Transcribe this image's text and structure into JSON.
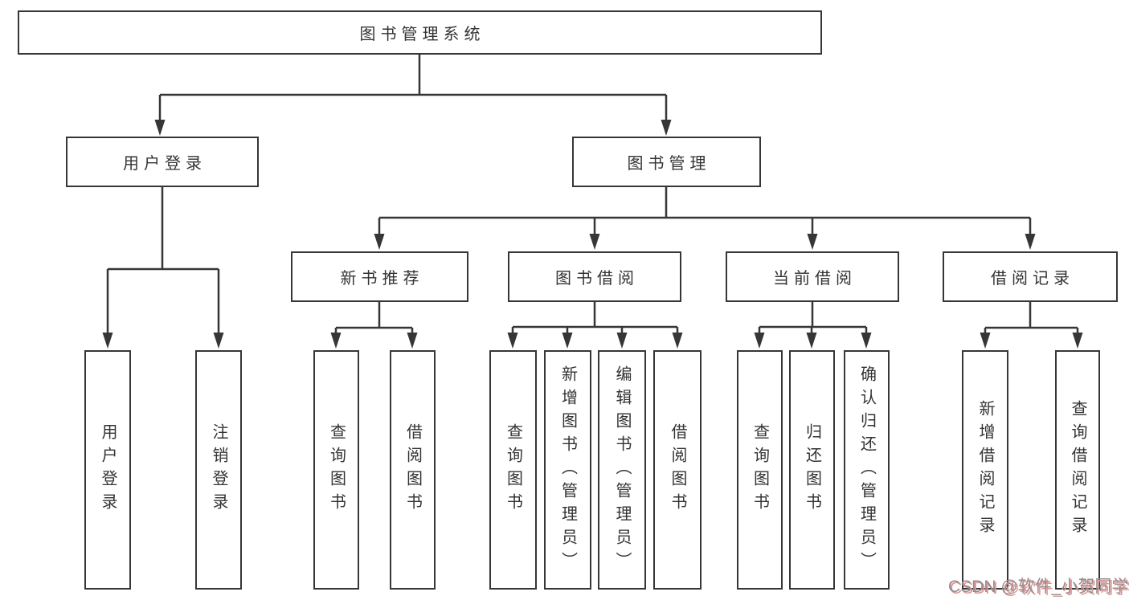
{
  "tree": {
    "root": "图书管理系统",
    "branches": [
      {
        "label": "用户登录",
        "children": [
          "用户登录",
          "注销登录"
        ]
      },
      {
        "label": "图书管理",
        "children": [
          {
            "label": "新书推荐",
            "children": [
              "查询图书",
              "借阅图书"
            ]
          },
          {
            "label": "图书借阅",
            "children": [
              "查询图书",
              "新增图书（管理员）",
              "编辑图书（管理员）",
              "借阅图书"
            ]
          },
          {
            "label": "当前借阅",
            "children": [
              "查询图书",
              "归还图书",
              "确认归还（管理员）"
            ]
          },
          {
            "label": "借阅记录",
            "children": [
              "新增借阅记录",
              "查询借阅记录"
            ]
          }
        ]
      }
    ]
  },
  "watermark": {
    "text": "CSDN @软件_小贺同学"
  },
  "colors": {
    "line": "#363636",
    "text": "#333333",
    "watermark_gray": "#8e8e8e",
    "watermark_red": "#e89090"
  }
}
